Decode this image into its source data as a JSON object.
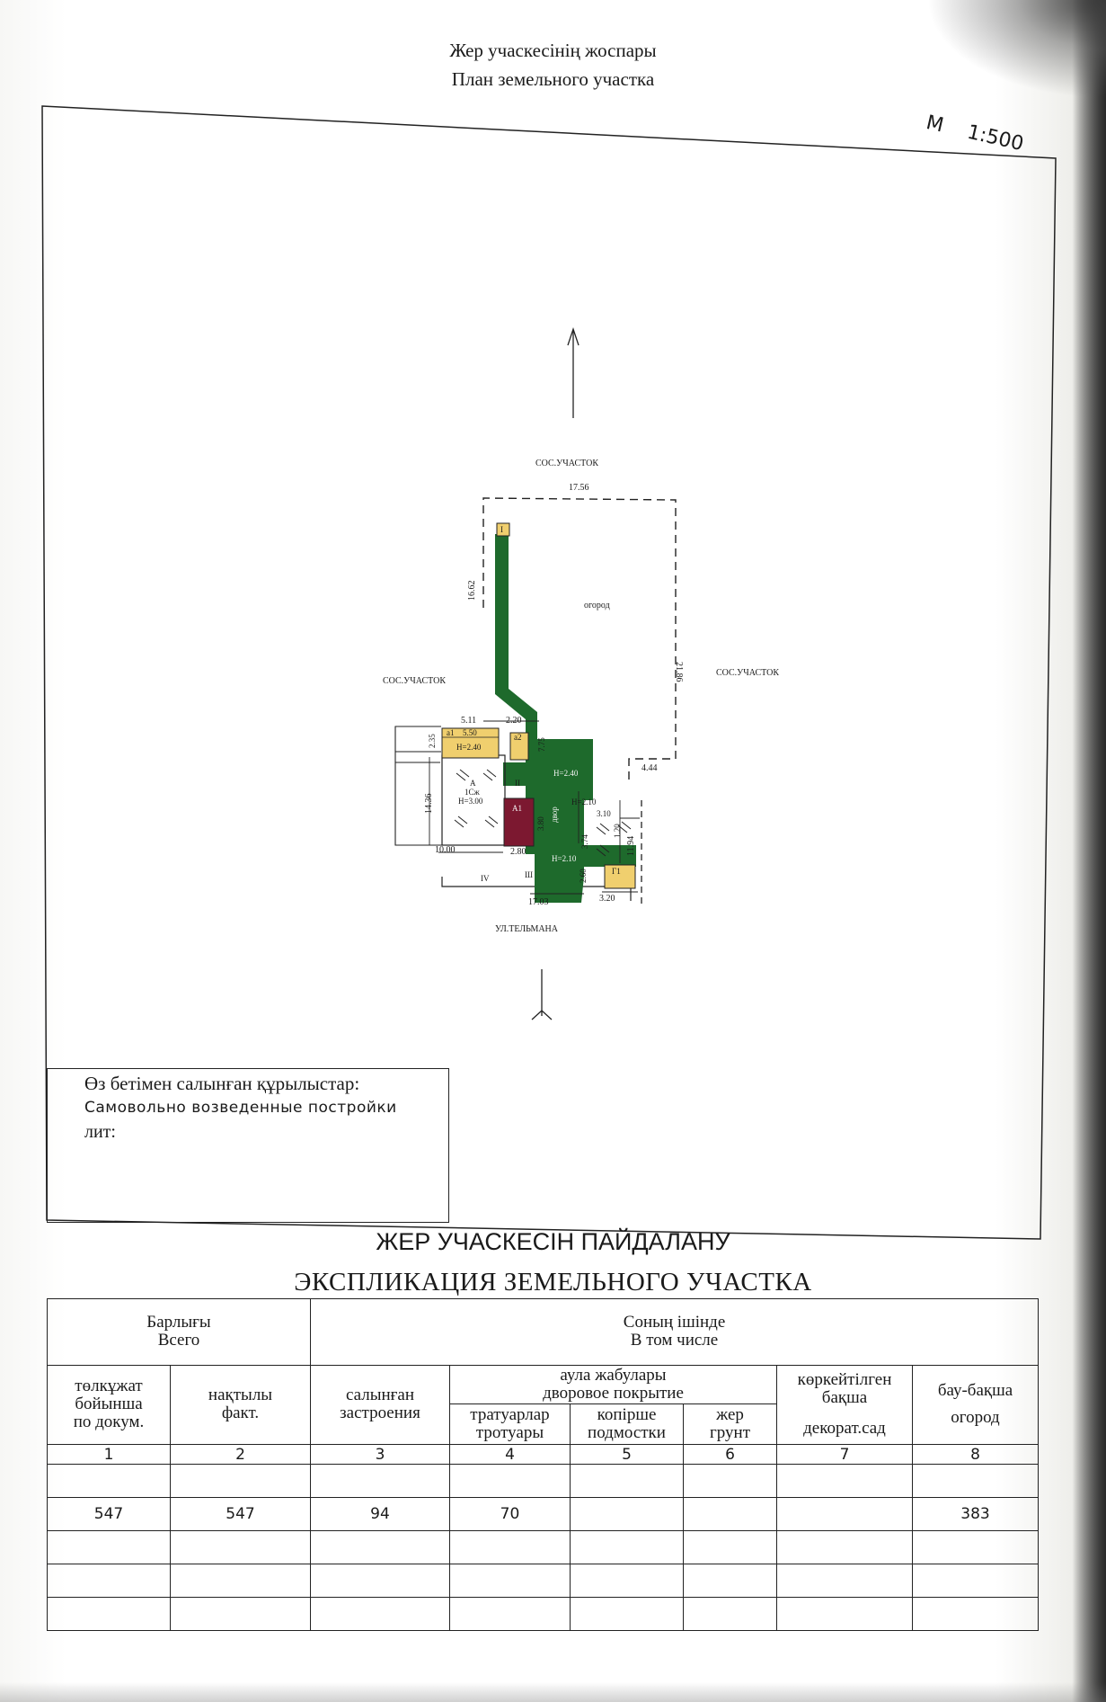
{
  "header": {
    "title_kz": "Жер учаскесінің жоспары",
    "title_ru": "План земельного участка"
  },
  "scale": {
    "label_m": "М",
    "ratio": "1:500"
  },
  "plan": {
    "north_neighbor": "СОС.УЧАСТОК",
    "west_neighbor": "СОС.УЧАСТОК",
    "east_neighbor": "СОС.УЧАСТОК",
    "street": "УЛ.ТЕЛЬМАНА",
    "garden_label": "огород",
    "yard_label": "двор",
    "dims": {
      "top": "17.56",
      "left_upper": "16.62",
      "right_long": "21.86",
      "right_step": "4.44",
      "d511": "5.11",
      "d220": "2.20",
      "d550": "5.50",
      "d235": "2.35",
      "d1436": "14.36",
      "d1000": "10.00",
      "d280": "2.80",
      "d310": "3.10",
      "d1194": "11.94",
      "d1703": "17.03",
      "d320": "3.20",
      "d775": "7.75",
      "d380": "3.80",
      "d374": "3.74",
      "d260": "2.60",
      "d120": "1.20"
    },
    "buildings": {
      "a1": "а1",
      "a2": "а2",
      "A": "А",
      "A_desc": "1Сж",
      "A_h": "Н=3.00",
      "A1": "А1",
      "G1": "Г1",
      "I": "I",
      "II": "II",
      "III": "Ш",
      "IV": "IV",
      "h240a": "Н=2.40",
      "h240b": "Н=2.40",
      "h210a": "Н=2.10",
      "h210b": "Н=2.10"
    },
    "colors": {
      "green": "#1e6a2c",
      "yellow": "#f0cf6e",
      "maroon": "#7c1830",
      "line": "#222222"
    }
  },
  "notes": {
    "kz": "Өз бетімен салынған құрылыстар:",
    "ru": "Самовольно возведенные постройки",
    "lit": "лит:"
  },
  "explication": {
    "title_kz": "ЖЕР УЧАСКЕСІН ПАЙДАЛАНУ",
    "title_ru": "ЭКСПЛИКАЦИЯ ЗЕМЕЛЬНОГО УЧАСТКА",
    "total_kz": "Барлығы",
    "total_ru": "Всего",
    "incl_kz": "Соның ішінде",
    "incl_ru": "В том числе",
    "col_doc": [
      "төлкұжат",
      "бойынша",
      "по докум."
    ],
    "col_fact": [
      "нақтылы",
      "факт."
    ],
    "col_built": [
      "салынған",
      "застроения"
    ],
    "yard_cover_kz": "аула жабулары",
    "yard_cover_ru": "дворовое покрытие",
    "col_sidewalk": [
      "тратуарлар",
      "тротуары"
    ],
    "col_deck": [
      "копірше",
      "подмостки"
    ],
    "col_ground": [
      "жер",
      "грунт"
    ],
    "col_decor": [
      "көркейтілген",
      "бақша",
      "декорат.сад"
    ],
    "col_garden": [
      "бау-бақша",
      "огород"
    ],
    "numbers": [
      "1",
      "2",
      "3",
      "4",
      "5",
      "6",
      "7",
      "8"
    ],
    "values": [
      "547",
      "547",
      "94",
      "70",
      "",
      "",
      "",
      "383"
    ]
  }
}
